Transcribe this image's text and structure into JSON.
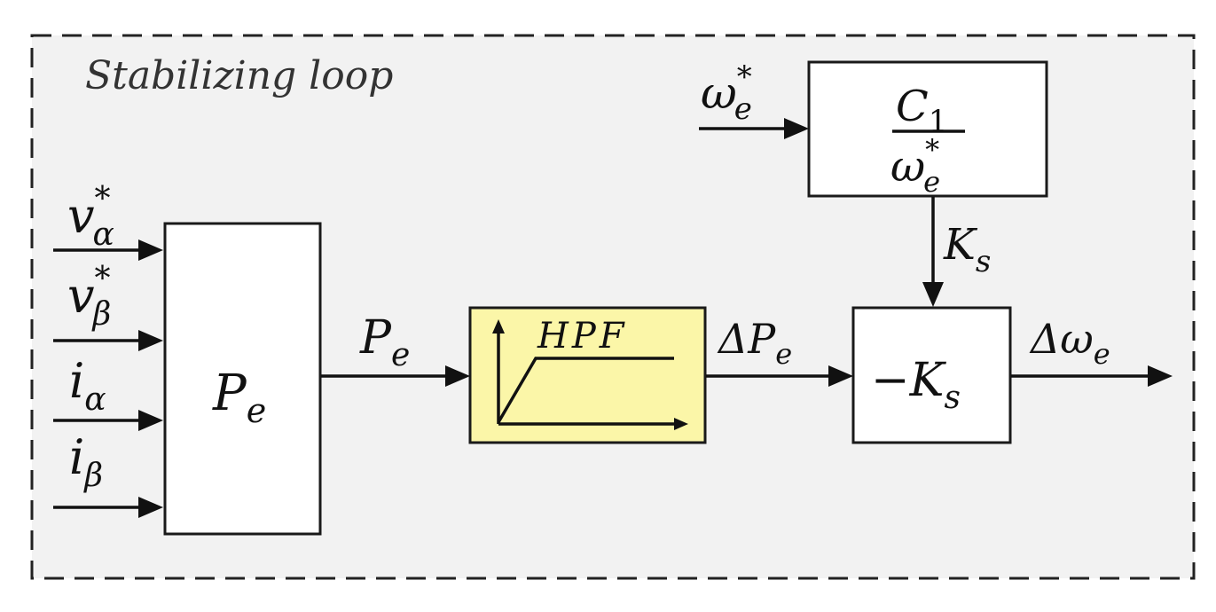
{
  "title": "Stabilizing loop",
  "colors": {
    "frame_fill": "#f2f2f2",
    "hpf_fill": "#fbf6a8",
    "line": "#111111"
  },
  "inputs": {
    "v_alpha": {
      "base": "v",
      "sub": "α",
      "sup": "*"
    },
    "v_beta": {
      "base": "v",
      "sub": "β",
      "sup": "*"
    },
    "i_alpha": {
      "base": "i",
      "sub": "α"
    },
    "i_beta": {
      "base": "i",
      "sub": "β"
    },
    "omega_ref": {
      "base": "ω",
      "sub": "e",
      "sup": "*"
    }
  },
  "blocks": {
    "power": {
      "base": "P",
      "sub": "e"
    },
    "hpf": {
      "label": "HPF"
    },
    "gain_fn": {
      "numerator": {
        "base": "C",
        "sub": "1"
      },
      "denominator": {
        "base": "ω",
        "sub": "e",
        "sup": "*"
      }
    },
    "neg_gain": {
      "prefix": "−",
      "base": "K",
      "sub": "s"
    }
  },
  "signals": {
    "pe": {
      "base": "P",
      "sub": "e"
    },
    "delta_pe": {
      "prefix": "Δ",
      "base": "P",
      "sub": "e"
    },
    "ks": {
      "base": "K",
      "sub": "s"
    },
    "delta_omega": {
      "prefix": "Δ",
      "base": "ω",
      "sub": "e"
    }
  }
}
